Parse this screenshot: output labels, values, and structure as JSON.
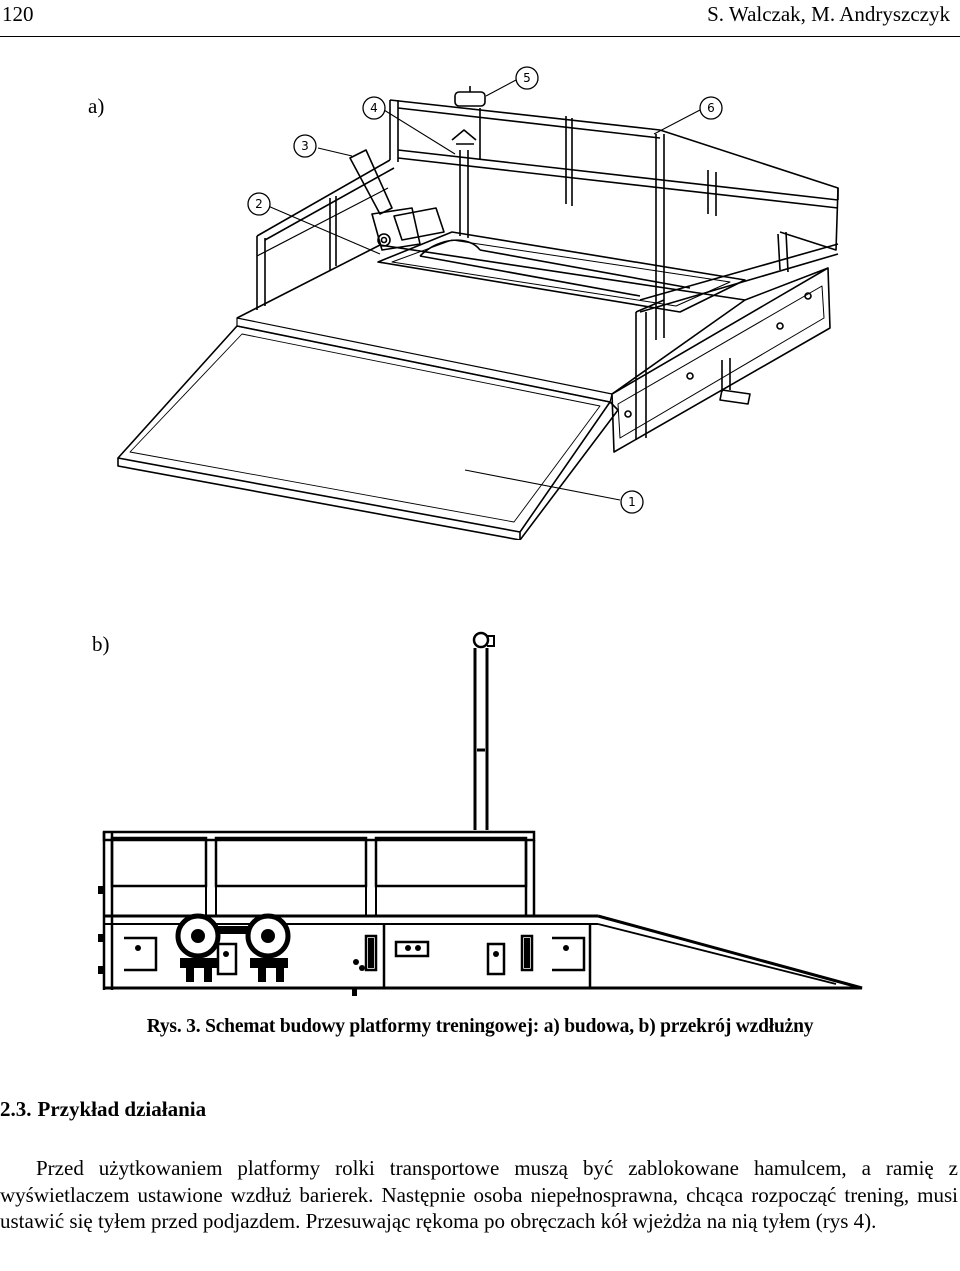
{
  "header": {
    "page_number": "120",
    "authors": "S. Walczak, M. Andryszczyk"
  },
  "figure": {
    "panel_a_label": "a)",
    "panel_b_label": "b)",
    "callouts": [
      "1",
      "2",
      "3",
      "4",
      "5",
      "6"
    ],
    "caption": "Rys. 3. Schemat budowy platformy treningowej: a) budowa, b) przekrój wzdłużny"
  },
  "section": {
    "number": "2.3.",
    "title": "Przykład działania",
    "paragraph": "Przed użytkowaniem platformy rolki transportowe muszą być zablokowane hamulcem, a ramię z wyświetlaczem ustawione wzdłuż barierek. Następnie osoba niepełnosprawna, chcąca rozpocząć trening, musi ustawić się tyłem przed podjazdem. Przesuwając rękoma po obręczach kół wjeżdża na nią tyłem (rys 4)."
  }
}
